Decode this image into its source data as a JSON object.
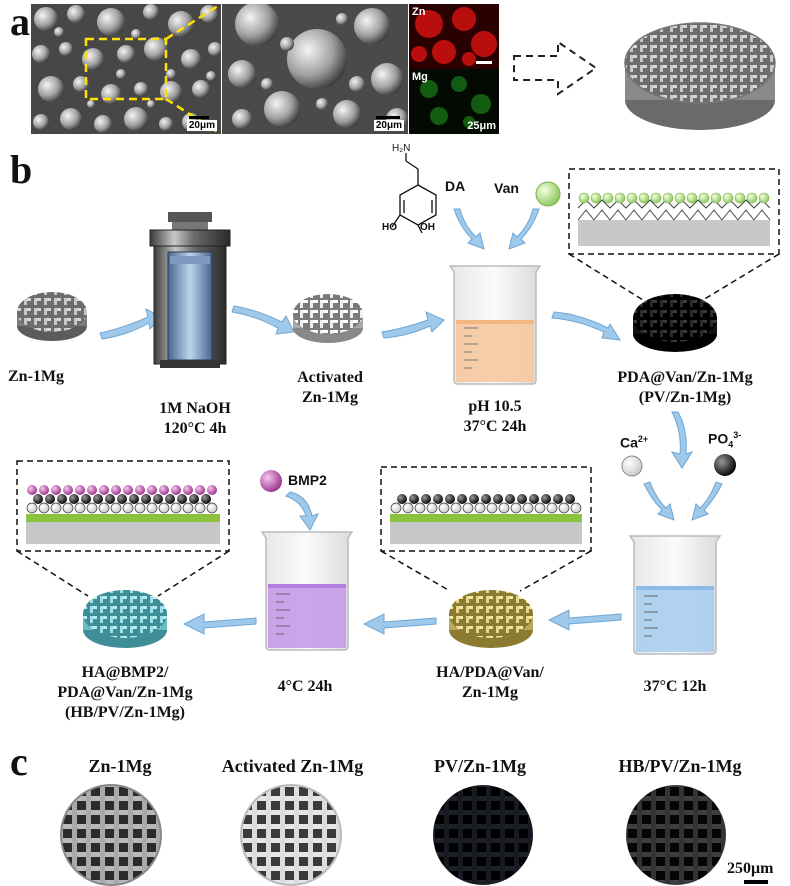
{
  "panels": {
    "a": "a",
    "b": "b",
    "c": "c"
  },
  "panel_a": {
    "scale_left": "20μm",
    "scale_mid": "20μm",
    "scale_map": "25μm",
    "map_zn": "Zn",
    "map_mg": "Mg"
  },
  "panel_b": {
    "zn1mg": "Zn-1Mg",
    "naoh_line1": "1M NaOH",
    "naoh_line2": "120°C 4h",
    "activated_line1": "Activated",
    "activated_line2": "Zn-1Mg",
    "da": "DA",
    "van": "Van",
    "oh1": "HO",
    "oh2": "OH",
    "nh2": "H₂N",
    "ph_line1": "pH 10.5",
    "ph_line2": "37°C 24h",
    "pdavan_line1": "PDA@Van/Zn-1Mg",
    "pdavan_line2": "(PV/Zn-1Mg)",
    "ca": "Ca",
    "ca_sup": "2+",
    "po": "PO",
    "po_sub": "4",
    "po_sup": "3-",
    "ca_po_time": "37°C 12h",
    "ha_line1": "HA/PDA@Van/",
    "ha_line2": "Zn-1Mg",
    "bmp2": "BMP2",
    "bmp_time": "4°C 24h",
    "hb_line1": "HA@BMP2/",
    "hb_line2": "PDA@Van/Zn-1Mg",
    "hb_line3": "(HB/PV/Zn-1Mg)"
  },
  "panel_c": {
    "titles": [
      "Zn-1Mg",
      "Activated Zn-1Mg",
      "PV/Zn-1Mg",
      "HB/PV/Zn-1Mg"
    ],
    "scale": "250μm"
  },
  "colors": {
    "arrow_blue": "#9ec9ea",
    "scaffold_gray": "#9a9a9a",
    "scaffold_black": "#1a1a1a",
    "scaffold_yellow": "#e8dc98",
    "scaffold_cyan": "#8fd8e0",
    "van_green": "#b8e08a",
    "bmp2_purple": "#b04aa0",
    "liquid_orange": "#f6c9a0",
    "liquid_blue": "#a9cdee",
    "liquid_purple": "#c79ae8",
    "zn_map_red": "#c81010",
    "mg_map_green": "#1fa01f",
    "film_green": "#8cc23e"
  }
}
